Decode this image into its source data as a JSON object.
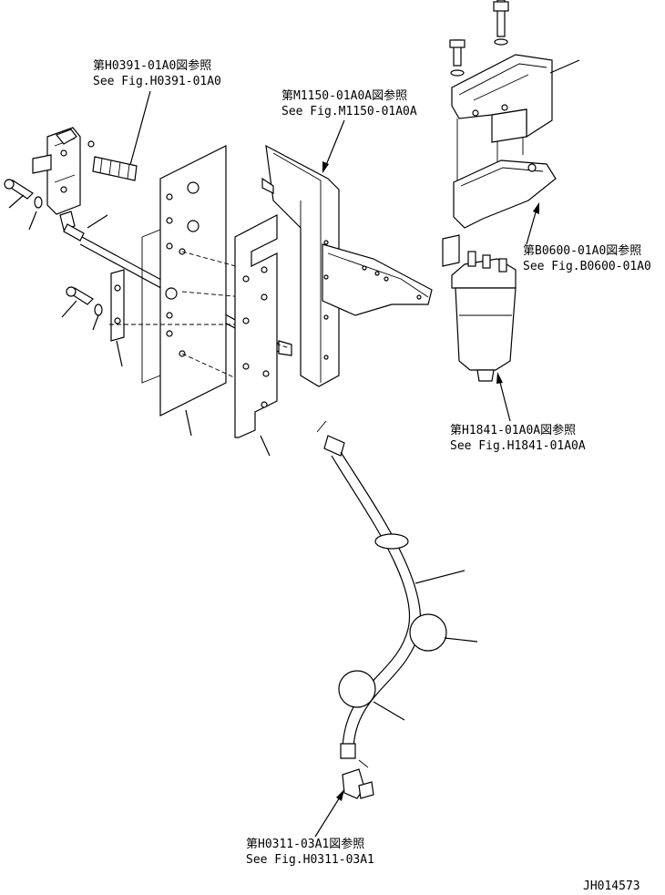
{
  "references": {
    "h0391": {
      "jp": "第H0391-01A0図参照",
      "en": "See Fig.H0391-01A0"
    },
    "m1150": {
      "jp": "第M1150-01A0A図参照",
      "en": "See Fig.M1150-01A0A"
    },
    "b0600": {
      "jp": "第B0600-01A0図参照",
      "en": "See Fig.B0600-01A0"
    },
    "h1841": {
      "jp": "第H1841-01A0A図参照",
      "en": "See Fig.H1841-01A0A"
    },
    "h0311": {
      "jp": "第H0311-03A1図参照",
      "en": "See Fig.H0311-03A1"
    }
  },
  "drawing_number": "JH014573"
}
